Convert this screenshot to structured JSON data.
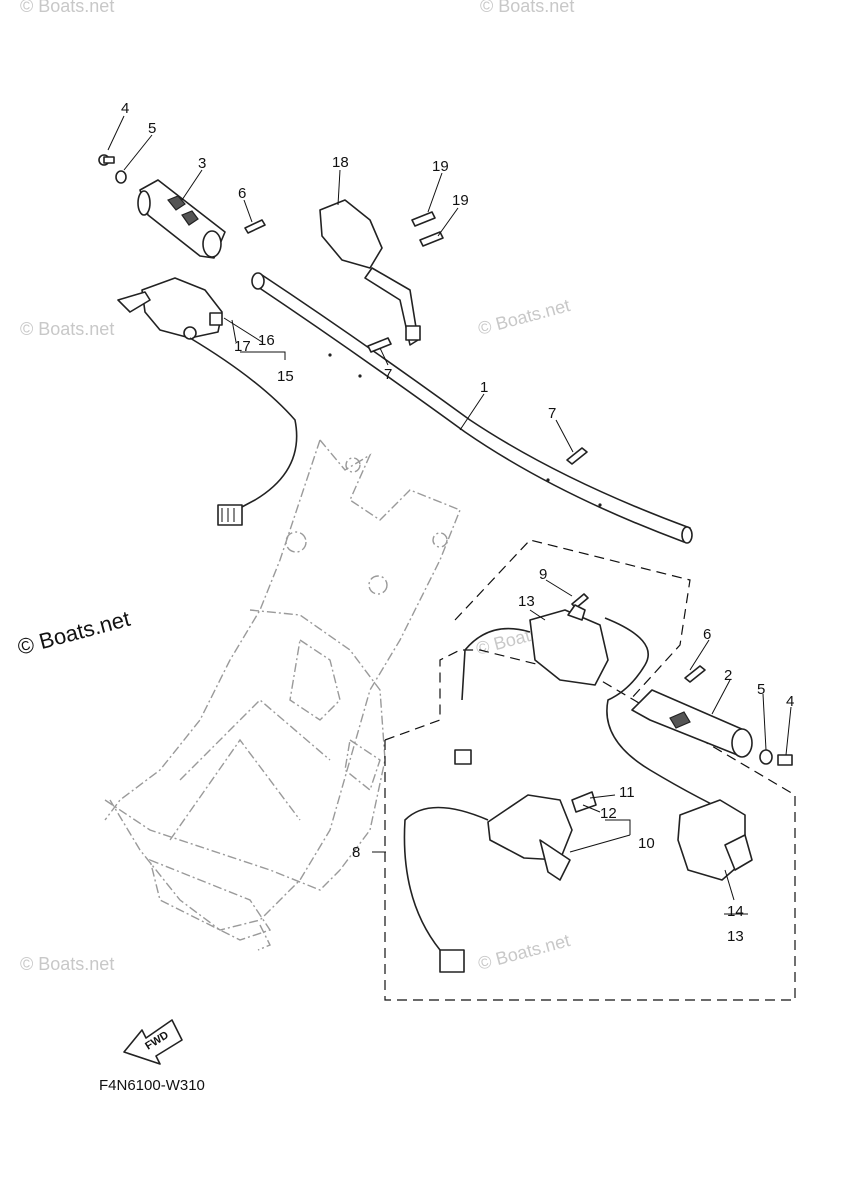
{
  "diagram": {
    "callouts": [
      "1",
      "2",
      "3",
      "4",
      "4",
      "5",
      "5",
      "6",
      "6",
      "7",
      "7",
      "8",
      "9",
      "10",
      "11",
      "12",
      "13",
      "13",
      "14",
      "15",
      "16",
      "17",
      "18",
      "19",
      "19"
    ],
    "drawing_code": "F4N6100-W310",
    "fwd_label": "FWD",
    "watermark": "© Boats.net"
  }
}
